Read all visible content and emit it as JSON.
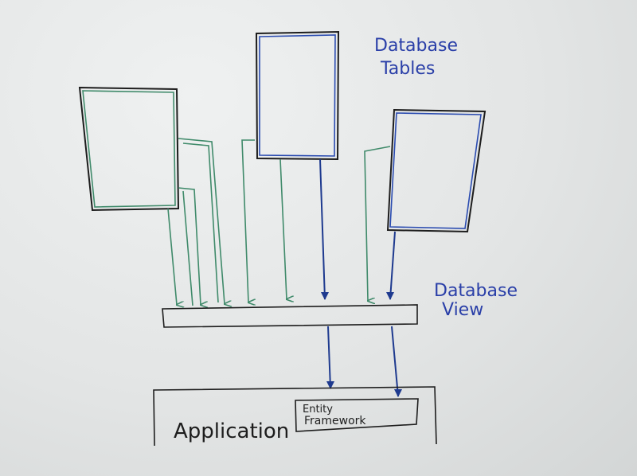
{
  "labels": {
    "tables_line1": "Database",
    "tables_line2": "Tables",
    "view_line1": "Database",
    "view_line2": "View",
    "application": "Application",
    "ef_line1": "Entity",
    "ef_line2": "Framework"
  },
  "colors": {
    "green_marker": "#3f8a6a",
    "blue_marker": "#23409a",
    "black_marker": "#1d1d1d",
    "whiteboard": "#e6e8e8"
  }
}
